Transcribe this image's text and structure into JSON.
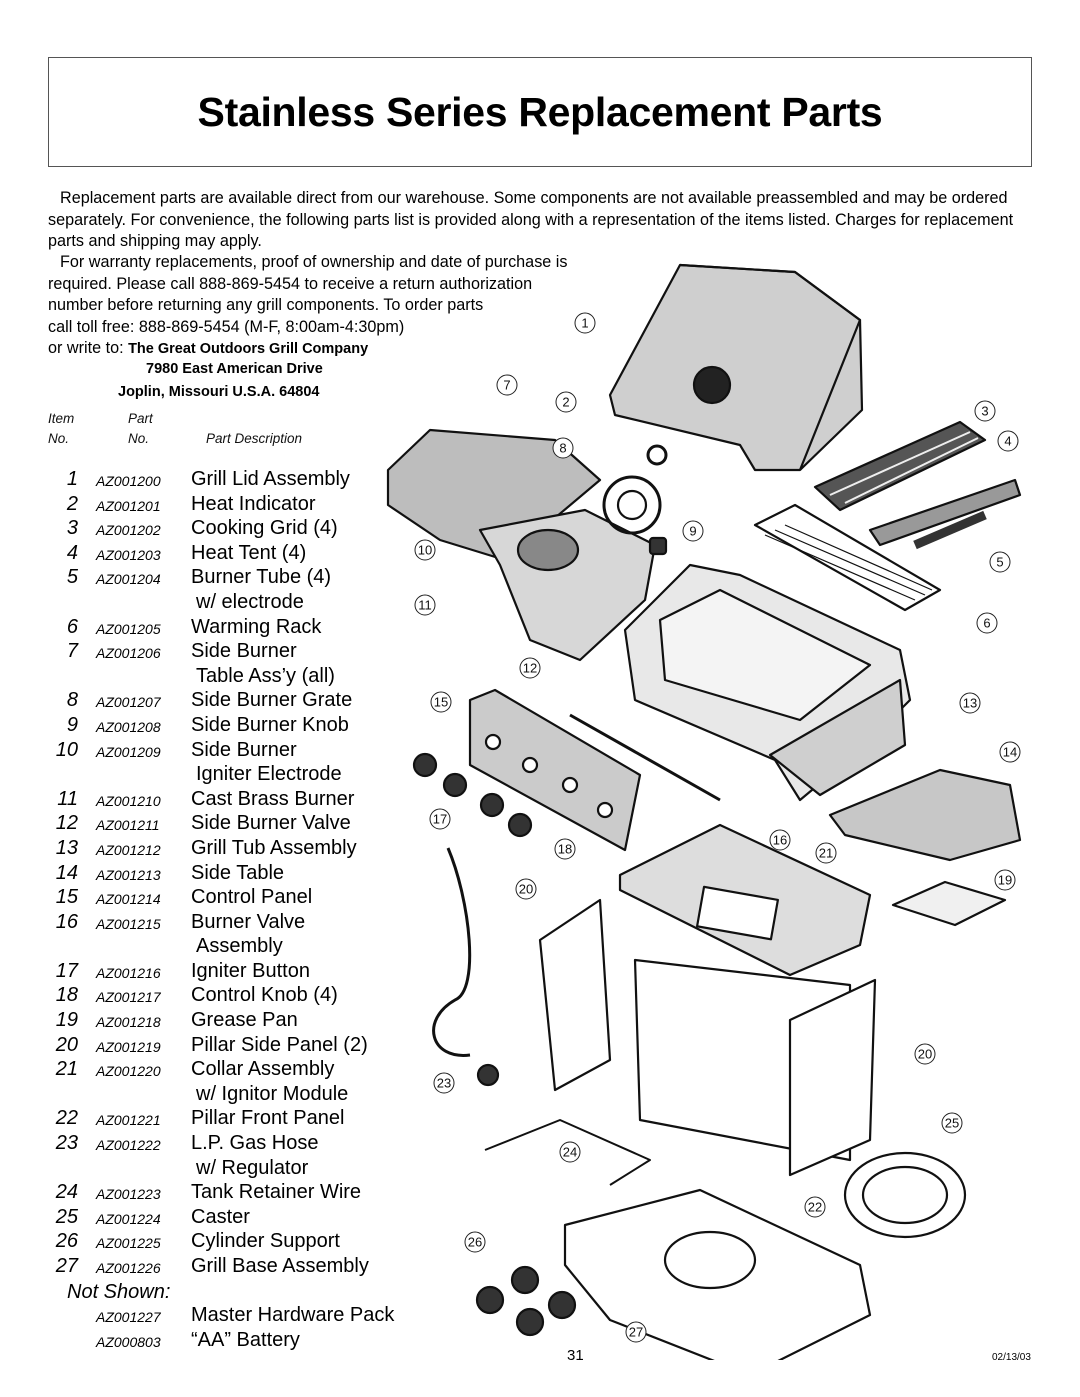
{
  "title": "Stainless Series Replacement Parts",
  "intro_paragraph": "Replacement parts are available direct from our warehouse. Some components are not available preassembled and may be ordered separately. For convenience, the following parts list is provided along with a representation of the items listed. Charges for replacement parts and shipping may apply.",
  "warranty_lines": [
    "For warranty replacements, proof of ownership and date of purchase is",
    "required. Please call 888-869-5454 to receive a return authorization",
    "number before returning any grill components. To order parts",
    "call toll free: 888-869-5454 (M-F, 8:00am-4:30pm)"
  ],
  "write_to_prefix": "or write to: ",
  "company": "The Great Outdoors Grill Company",
  "address_line1": "7980 East American Drive",
  "address_line2": "Joplin, Missouri U.S.A. 64804",
  "column_headers": {
    "item_top": "Item",
    "item_bottom": "No.",
    "part_top": "Part",
    "part_bottom": "No.",
    "description": "Part Description"
  },
  "parts": [
    {
      "item": "1",
      "part": "AZ001200",
      "desc": "Grill Lid Assembly"
    },
    {
      "item": "2",
      "part": "AZ001201",
      "desc": "Heat Indicator"
    },
    {
      "item": "3",
      "part": "AZ001202",
      "desc": "Cooking Grid (4)"
    },
    {
      "item": "4",
      "part": "AZ001203",
      "desc": "Heat Tent (4)"
    },
    {
      "item": "5",
      "part": "AZ001204",
      "desc": "Burner Tube (4)"
    },
    {
      "item": "",
      "part": "",
      "desc": "w/ electrode"
    },
    {
      "item": "6",
      "part": "AZ001205",
      "desc": "Warming Rack"
    },
    {
      "item": "7",
      "part": "AZ001206",
      "desc": "Side Burner"
    },
    {
      "item": "",
      "part": "",
      "desc": "Table  Ass’y (all)"
    },
    {
      "item": "8",
      "part": "AZ001207",
      "desc": "Side Burner Grate"
    },
    {
      "item": "9",
      "part": "AZ001208",
      "desc": "Side Burner Knob"
    },
    {
      "item": "10",
      "part": "AZ001209",
      "desc": "Side Burner"
    },
    {
      "item": "",
      "part": "",
      "desc": "Igniter Electrode"
    },
    {
      "item": "11",
      "part": "AZ001210",
      "desc": "Cast Brass Burner"
    },
    {
      "item": "12",
      "part": "AZ001211",
      "desc": "Side Burner Valve"
    },
    {
      "item": "13",
      "part": "AZ001212",
      "desc": "Grill Tub  Assembly"
    },
    {
      "item": "14",
      "part": "AZ001213",
      "desc": "Side Table"
    },
    {
      "item": "15",
      "part": "AZ001214",
      "desc": "Control Panel"
    },
    {
      "item": "16",
      "part": "AZ001215",
      "desc": "Burner Valve"
    },
    {
      "item": "",
      "part": "",
      "desc": "Assembly"
    },
    {
      "item": "17",
      "part": "AZ001216",
      "desc": "Igniter Button"
    },
    {
      "item": "18",
      "part": "AZ001217",
      "desc": "Control Knob (4)"
    },
    {
      "item": "19",
      "part": "AZ001218",
      "desc": "Grease Pan"
    },
    {
      "item": "20",
      "part": "AZ001219",
      "desc": "Pillar Side Panel (2)"
    },
    {
      "item": "21",
      "part": "AZ001220",
      "desc": "Collar Assembly"
    },
    {
      "item": "",
      "part": "",
      "desc": "w/ Ignitor Module"
    },
    {
      "item": "22",
      "part": "AZ001221",
      "desc": "Pillar Front Panel"
    },
    {
      "item": "23",
      "part": "AZ001222",
      "desc": "L.P. Gas Hose"
    },
    {
      "item": "",
      "part": "",
      "desc": "w/ Regulator"
    },
    {
      "item": "24",
      "part": "AZ001223",
      "desc": "Tank Retainer Wire"
    },
    {
      "item": "25",
      "part": "AZ001224",
      "desc": "Caster"
    },
    {
      "item": "26",
      "part": "AZ001225",
      "desc": "Cylinder Support"
    },
    {
      "item": "27",
      "part": "AZ001226",
      "desc": "Grill Base Assembly"
    }
  ],
  "not_shown_label": "Not Shown:",
  "not_shown_parts": [
    {
      "part": "AZ001227",
      "desc": "Master Hardware Pack"
    },
    {
      "part": "AZ000803",
      "desc": "“AA” Battery"
    }
  ],
  "callouts": [
    "1",
    "2",
    "3",
    "4",
    "5",
    "6",
    "7",
    "8",
    "9",
    "10",
    "11",
    "12",
    "13",
    "14",
    "15",
    "16",
    "17",
    "18",
    "19",
    "20",
    "20",
    "21",
    "22",
    "23",
    "24",
    "25",
    "26",
    "27"
  ],
  "page_number": "31",
  "date_code": "02/13/03"
}
